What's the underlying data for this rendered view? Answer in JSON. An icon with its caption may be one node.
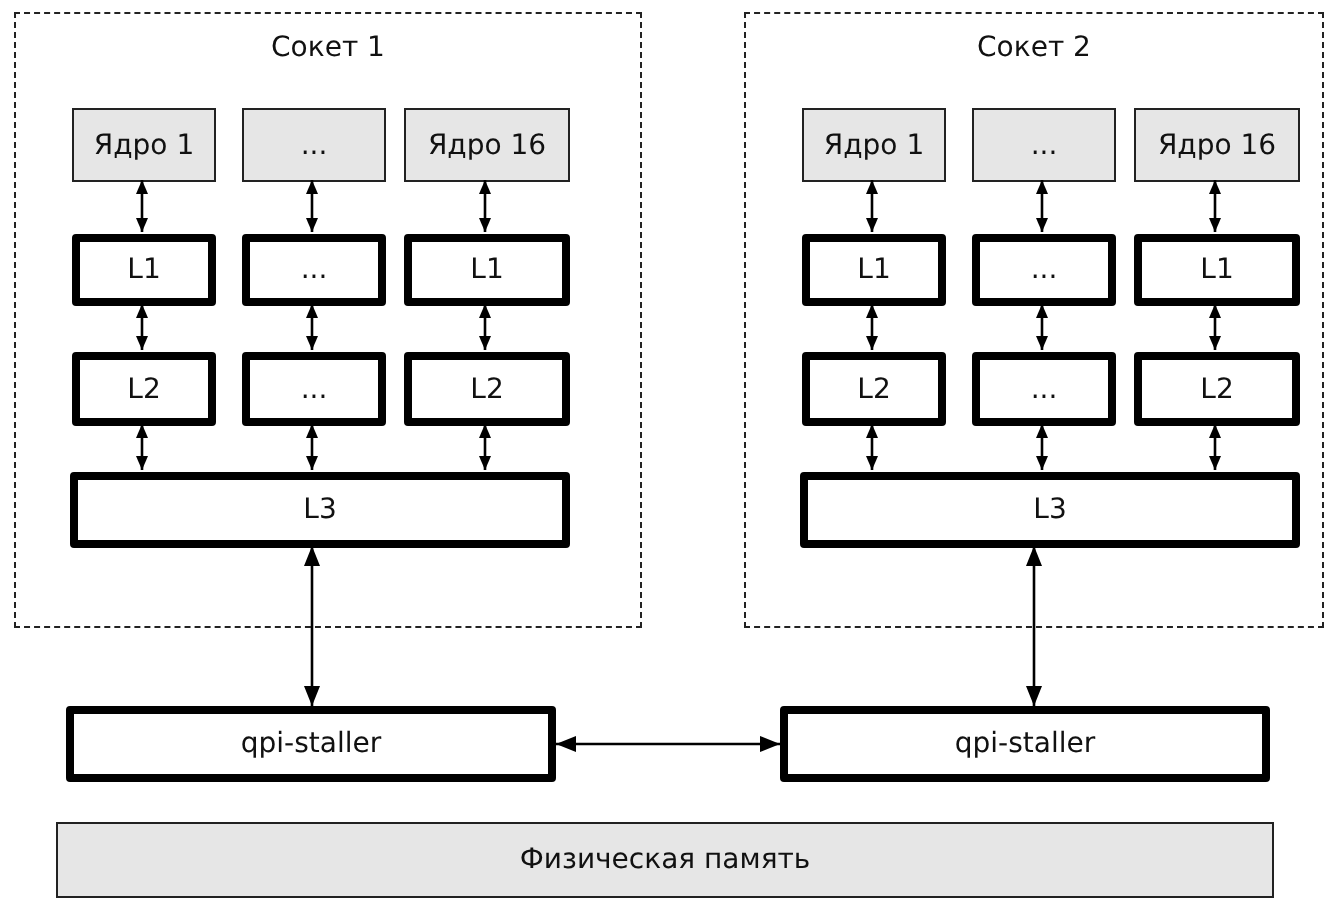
{
  "diagram": {
    "nodes": [
      {
        "text": [
          "Сокет 1"
        ]
      },
      {
        "text": [
          "Ядро 1"
        ],
        "in": 0
      },
      {
        "text": [
          "..."
        ],
        "in": 0
      },
      {
        "text": [
          "Ядро 16"
        ],
        "in": 0
      },
      {
        "text": [
          "L1"
        ],
        "in": 0
      },
      {
        "text": [
          "..."
        ],
        "in": 0
      },
      {
        "text": [
          "L1"
        ],
        "in": 0
      },
      {
        "text": [
          "L2"
        ],
        "in": 0
      },
      {
        "text": [
          "..."
        ],
        "in": 0
      },
      {
        "text": [
          "L2"
        ],
        "in": 0
      },
      {
        "text": [
          "L3"
        ],
        "in": 0
      },
      {
        "text": [
          "Сокет 2"
        ]
      },
      {
        "text": [
          "Ядро 1"
        ],
        "in": 11
      },
      {
        "text": [
          "..."
        ],
        "in": 11
      },
      {
        "text": [
          "Ядро 16"
        ],
        "in": 11
      },
      {
        "text": [
          "L1"
        ],
        "in": 11
      },
      {
        "text": [
          "..."
        ],
        "in": 11
      },
      {
        "text": [
          "L1"
        ],
        "in": 11
      },
      {
        "text": [
          "L2"
        ],
        "in": 11
      },
      {
        "text": [
          "..."
        ],
        "in": 11
      },
      {
        "text": [
          "L2"
        ],
        "in": 11
      },
      {
        "text": [
          "L3"
        ],
        "in": 11
      },
      {
        "text": [
          "qpi-staller"
        ]
      },
      {
        "text": [
          "qpi-staller"
        ]
      },
      {
        "text": [
          "Физическая память"
        ]
      }
    ],
    "edges": [
      {
        "from": 1,
        "to": 4,
        "arrow": "both"
      },
      {
        "from": 2,
        "to": 5,
        "arrow": "both"
      },
      {
        "from": 3,
        "to": 6,
        "arrow": "both"
      },
      {
        "from": 4,
        "to": 7,
        "arrow": "both"
      },
      {
        "from": 5,
        "to": 8,
        "arrow": "both"
      },
      {
        "from": 6,
        "to": 9,
        "arrow": "both"
      },
      {
        "from": 7,
        "to": 10,
        "arrow": "both"
      },
      {
        "from": 8,
        "to": 10,
        "arrow": "both"
      },
      {
        "from": 9,
        "to": 10,
        "arrow": "both"
      },
      {
        "from": 12,
        "to": 15,
        "arrow": "both"
      },
      {
        "from": 13,
        "to": 16,
        "arrow": "both"
      },
      {
        "from": 14,
        "to": 17,
        "arrow": "both"
      },
      {
        "from": 15,
        "to": 18,
        "arrow": "both"
      },
      {
        "from": 16,
        "to": 19,
        "arrow": "both"
      },
      {
        "from": 17,
        "to": 20,
        "arrow": "both"
      },
      {
        "from": 18,
        "to": 21,
        "arrow": "both"
      },
      {
        "from": 19,
        "to": 21,
        "arrow": "both"
      },
      {
        "from": 20,
        "to": 21,
        "arrow": "both"
      },
      {
        "from": 10,
        "to": 22,
        "arrow": "both"
      },
      {
        "from": 21,
        "to": 23,
        "arrow": "both"
      },
      {
        "from": 22,
        "to": 23,
        "arrow": "both"
      }
    ]
  }
}
